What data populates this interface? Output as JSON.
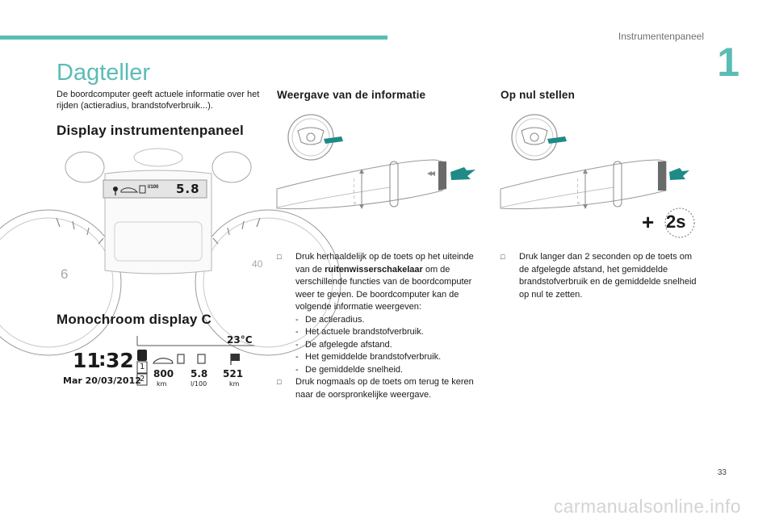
{
  "header": {
    "section_title": "Instrumentenpaneel",
    "chapter_number": "1"
  },
  "page": {
    "title": "Dagteller",
    "intro": "De boordcomputer geeft actuele informatie over het rijden (actieradius, brandstofverbruik...).",
    "page_number": "33",
    "watermark": "carmanualsonline.info"
  },
  "instrument_display": {
    "heading": "Display instrumentenpaneel",
    "unit_label": "l/100",
    "value": "5.8",
    "tick_6": "6",
    "tick_40": "40"
  },
  "mono_display": {
    "heading": "Monochroom display C",
    "time_hours": "11",
    "time_minutes": "32",
    "date": "Mar 20/03/2012",
    "temperature": "23°C",
    "row_1": "1",
    "row_2": "2",
    "values": [
      {
        "value": "800",
        "unit": "km"
      },
      {
        "value": "5.8",
        "unit": "l/100"
      },
      {
        "value": "521",
        "unit": "km"
      }
    ]
  },
  "info_display": {
    "heading": "Weergave van de informatie",
    "bullet_1_before": "Druk herhaaldelijk op de toets op het uiteinde van de ",
    "bullet_1_bold": "ruitenwisserschakelaar",
    "bullet_1_after": " om de verschillende functies van de boordcomputer weer te geven. De boordcomputer kan de volgende informatie weergeven:",
    "items": [
      "De actieradius.",
      "Het actuele brandstofverbruik.",
      "De afgelegde afstand.",
      "Het gemiddelde brandstofverbruik.",
      "De gemiddelde snelheid."
    ],
    "bullet_2": "Druk nogmaals op de toets om terug te keren naar de oorspronkelijke weergave.",
    "bullet_marker": "F"
  },
  "reset": {
    "heading": "Op nul stellen",
    "bullet_1": "Druk langer dan 2 seconden op de toets om de afgelegde afstand, het gemiddelde brandstofverbruik en de gemiddelde snelheid op nul te zetten.",
    "badge": "2s",
    "plus": "+"
  },
  "colors": {
    "accent": "#5bbcb6",
    "arrow": "#1f8a86"
  }
}
